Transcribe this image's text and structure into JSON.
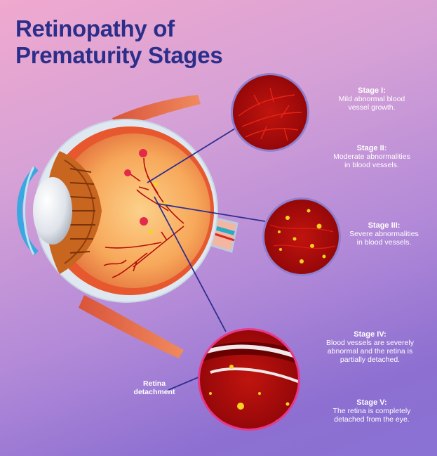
{
  "title": {
    "line1": "Retinopathy of",
    "line2": "Prematurity Stages"
  },
  "stages": [
    {
      "heading": "Stage I:",
      "desc1": "Mild abnormal blood",
      "desc2": "vessel growth.",
      "desc3": ""
    },
    {
      "heading": "Stage II:",
      "desc1": "Moderate abnormalities",
      "desc2": "in blood vessels.",
      "desc3": ""
    },
    {
      "heading": "Stage III:",
      "desc1": "Severe abnormalities",
      "desc2": "in blood vessels.",
      "desc3": ""
    },
    {
      "heading": "Stage IV:",
      "desc1": "Blood vessels are severely",
      "desc2": "abnormal and the retina is",
      "desc3": "partially detached."
    },
    {
      "heading": "Stage V:",
      "desc1": "The retina is completely",
      "desc2": "detached from the eye.",
      "desc3": ""
    }
  ],
  "callout": {
    "line1": "Retina",
    "line2": "detachment"
  },
  "colors": {
    "title": "#2b2f8a",
    "blood": "#a8080c",
    "connector": "#2d2f8f",
    "stage4_ring": "#e8388a"
  }
}
